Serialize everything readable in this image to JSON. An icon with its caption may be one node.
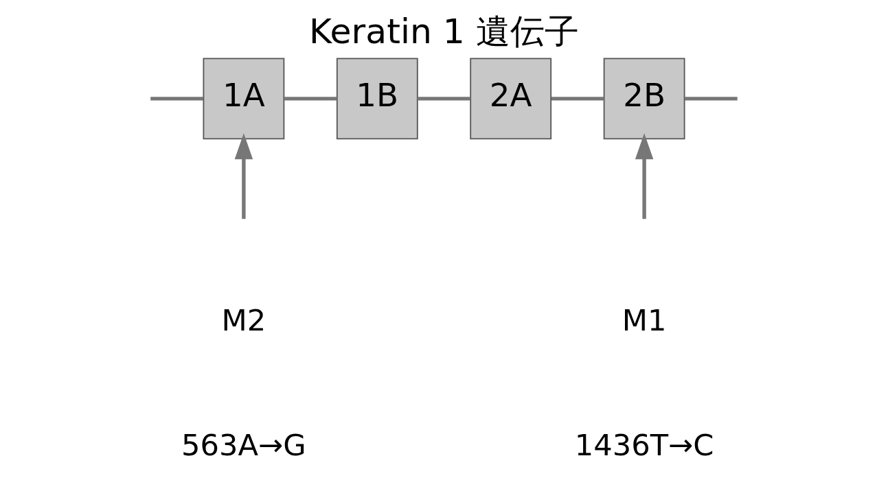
{
  "diagram": {
    "title": "Keratin 1 遺伝子",
    "nodes": [
      {
        "text": [
          "1A"
        ]
      },
      {
        "text": [
          "1B"
        ]
      },
      {
        "text": [
          "2A"
        ]
      },
      {
        "text": [
          "2B"
        ]
      }
    ],
    "edges": [
      {
        "from": null,
        "to": 0,
        "arrow": "to"
      },
      {
        "from": 0,
        "to": 1,
        "arrow": "none"
      },
      {
        "from": 1,
        "to": 2,
        "arrow": "none"
      },
      {
        "from": 2,
        "to": 3,
        "arrow": "none"
      },
      {
        "from": null,
        "to": 3,
        "arrow": "to"
      },
      {
        "from": null,
        "to": 0,
        "arrow": "none"
      },
      {
        "from": 3,
        "to": null,
        "arrow": "none"
      }
    ],
    "labels": [
      "M2",
      "M1",
      "1436T→C",
      "563A→G"
    ]
  }
}
